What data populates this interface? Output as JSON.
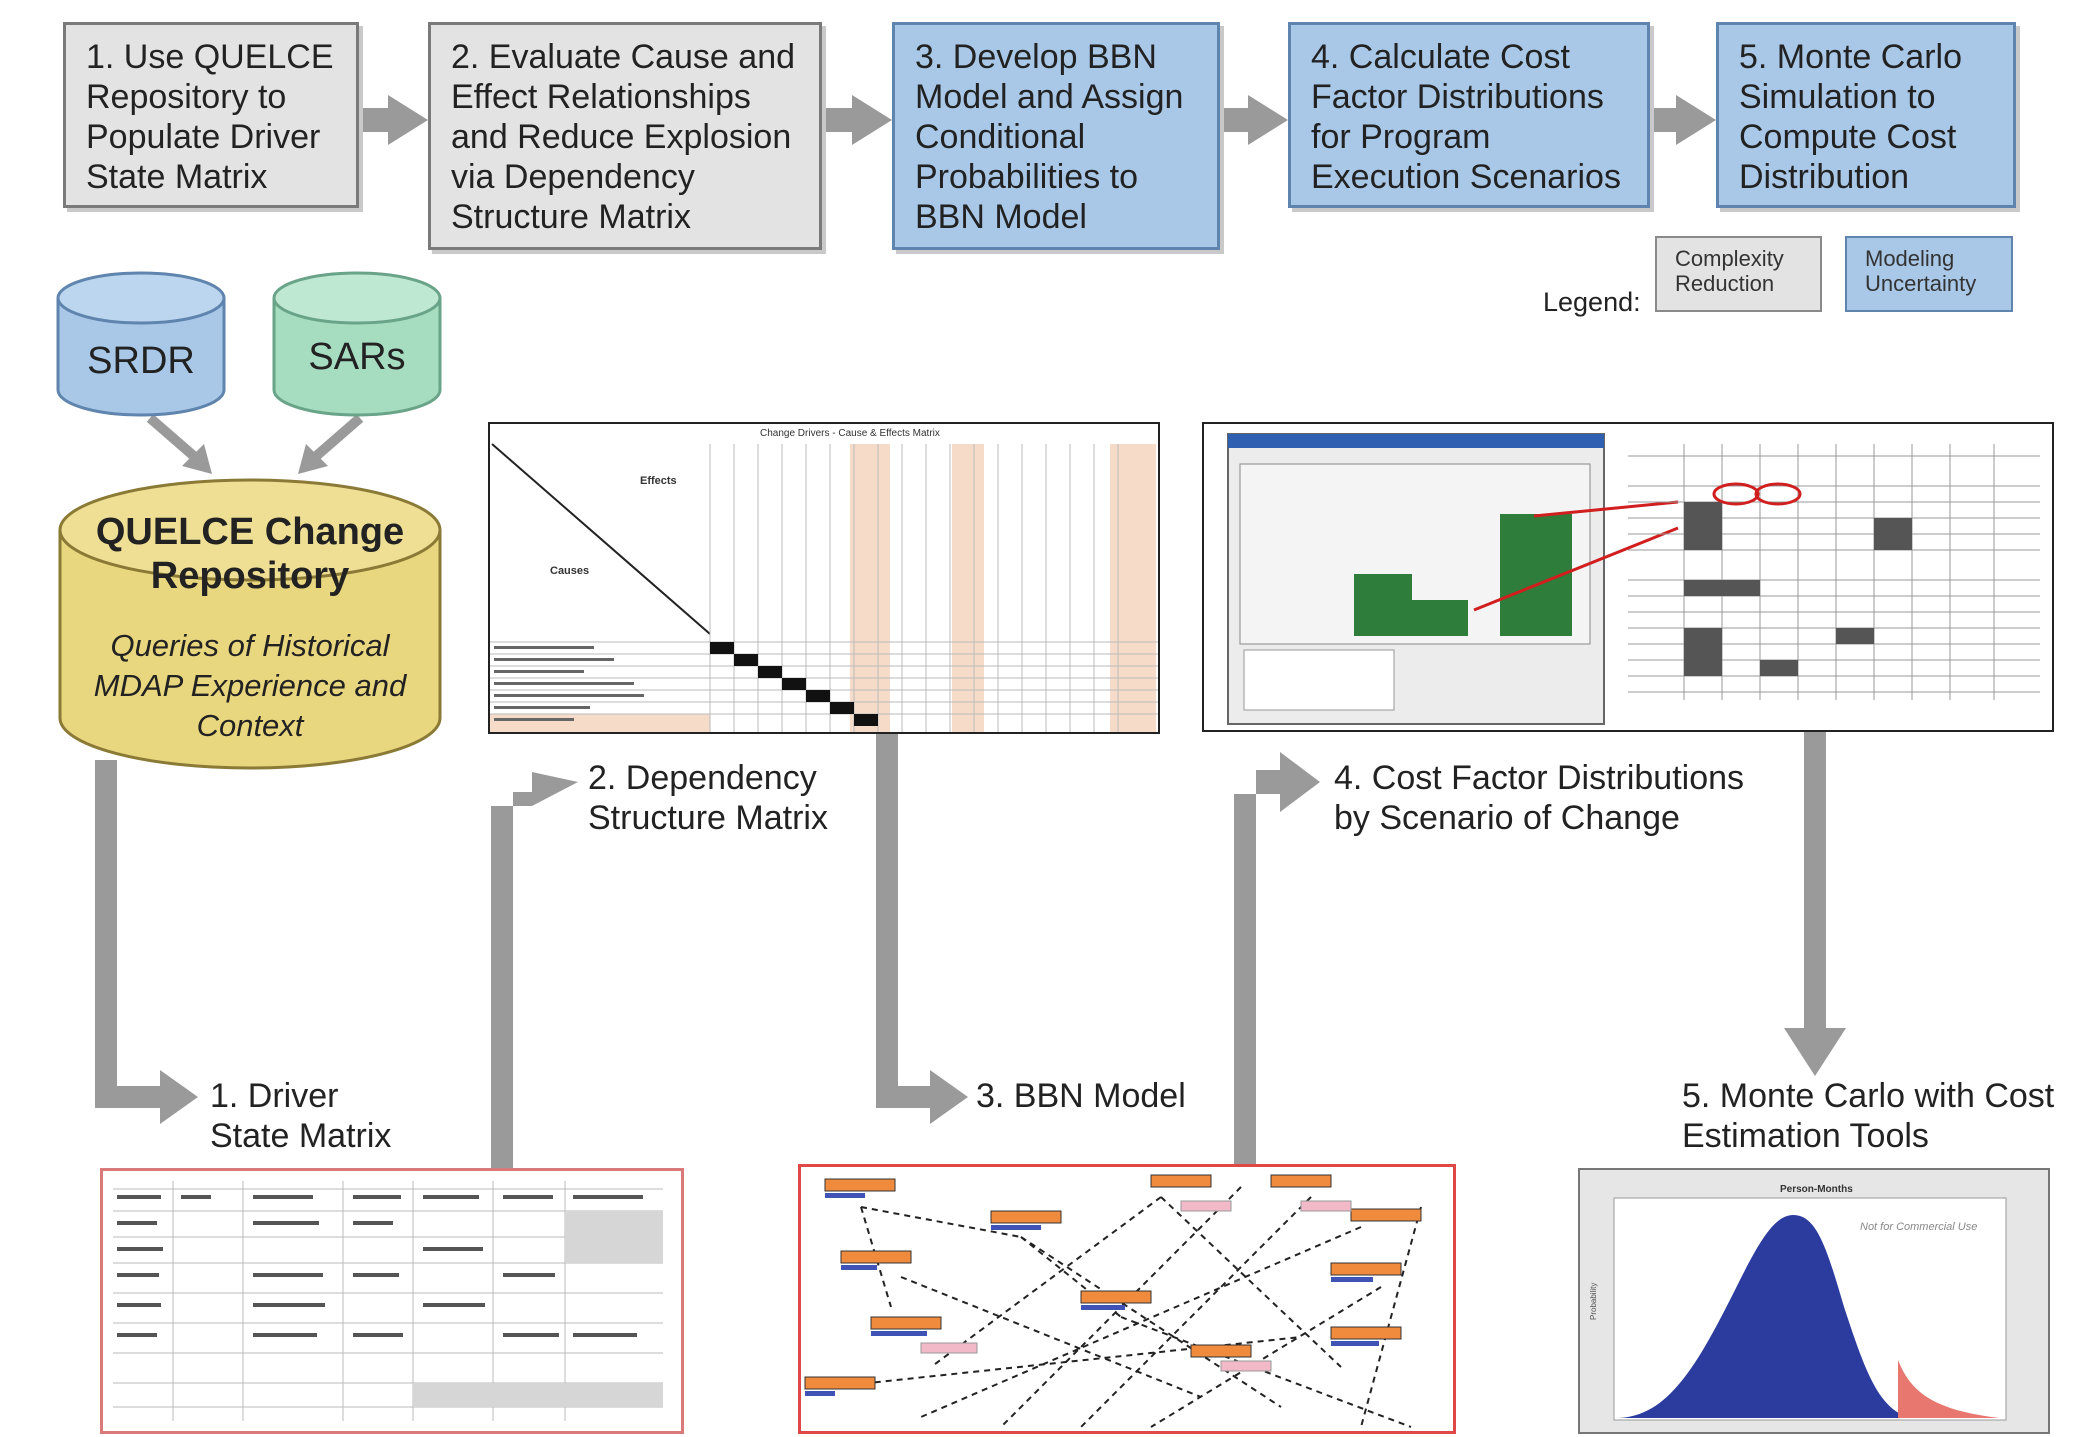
{
  "steps": [
    {
      "id": "s1",
      "text": "1. Use QUELCE\nRepository to\nPopulate Driver\nState Matrix",
      "kind": "complexity"
    },
    {
      "id": "s2",
      "text": "2. Evaluate Cause and\nEffect Relationships\nand Reduce Explosion\nvia Dependency\nStructure Matrix",
      "kind": "complexity"
    },
    {
      "id": "s3",
      "text": "3. Develop BBN\nModel and Assign\nConditional\nProbabilities to\nBBN Model",
      "kind": "uncertainty"
    },
    {
      "id": "s4",
      "text": "4. Calculate Cost\nFactor Distributions\nfor Program\nExecution Scenarios",
      "kind": "uncertainty"
    },
    {
      "id": "s5",
      "text": "5. Monte Carlo\nSimulation to\nCompute Cost\nDistribution",
      "kind": "uncertainty"
    }
  ],
  "legend": {
    "title": "Legend:",
    "complexity": "Complexity\nReduction",
    "uncertainty": "Modeling\nUncertainty"
  },
  "sources": {
    "srdr": "SRDR",
    "sars": "SARs"
  },
  "repository": {
    "title": "QUELCE Change\nRepository",
    "subtitle": "Queries of Historical\nMDAP Experience and\nContext"
  },
  "artifacts": {
    "driver": "1. Driver\nState Matrix",
    "dsm": "2. Dependency\nStructure Matrix",
    "bbn": "3. BBN Model",
    "cost": "4. Cost Factor Distributions\nby Scenario of Change",
    "monte": "5. Monte Carlo with Cost\nEstimation Tools"
  },
  "thumbnails": {
    "dsm_title": "Change Drivers - Cause & Effects Matrix",
    "dsm_effects": "Effects",
    "dsm_causes": "Causes",
    "monte_title": "Person-Months",
    "monte_watermark": "Not for Commercial Use",
    "monte_ylabel": "Probability"
  },
  "colors": {
    "complexity_fill": "#e3e3e3",
    "uncertainty_fill": "#a9c8e8",
    "arrow": "#9a9a9a",
    "srdr_fill": "#a9c8e8",
    "sars_fill": "#a6dcc0",
    "repository_fill": "#e9d77f",
    "histogram_main": "#2b3c9e",
    "histogram_tail": "#e8776f",
    "bbn_node": "#f08a3c",
    "bbn_bar": "#3e53b5",
    "cost_chart": "#2f7d3a",
    "highlight_red": "#d11f1f"
  }
}
